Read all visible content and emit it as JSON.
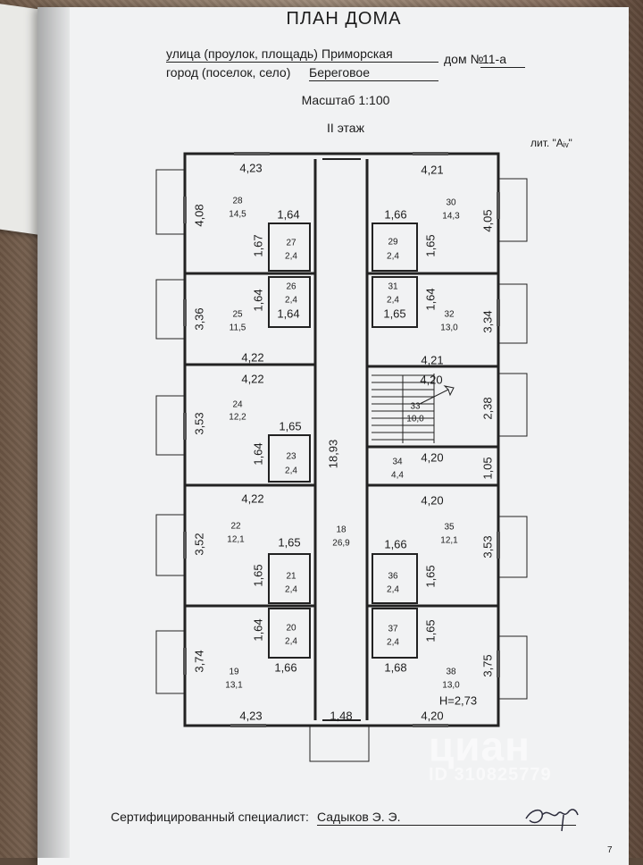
{
  "header": {
    "title": "ПЛАН ДОМА",
    "street_prefix": "улица (проулок, площадь)",
    "street_value": "Приморская",
    "house_prefix": "дом №",
    "house_value": "11-а",
    "city_prefix": "город (поселок, село)",
    "city_value": "Береговое",
    "scale": "Масштаб 1:100",
    "floor": "II этаж",
    "liter": "лит. \"Aᵢᵥ\""
  },
  "rooms": [
    {
      "id": "28",
      "area": "14,5"
    },
    {
      "id": "27",
      "area": "2,4"
    },
    {
      "id": "26",
      "area": "2,4"
    },
    {
      "id": "25",
      "area": "11,5"
    },
    {
      "id": "24",
      "area": "12,2"
    },
    {
      "id": "23",
      "area": "2,4"
    },
    {
      "id": "22",
      "area": "12,1"
    },
    {
      "id": "21",
      "area": "2,4"
    },
    {
      "id": "20",
      "area": "2,4"
    },
    {
      "id": "19",
      "area": "13,1"
    },
    {
      "id": "18",
      "area": "26,9"
    },
    {
      "id": "30",
      "area": "14,3"
    },
    {
      "id": "29",
      "area": "2,4"
    },
    {
      "id": "31",
      "area": "2,4"
    },
    {
      "id": "32",
      "area": "13,0"
    },
    {
      "id": "33",
      "area": "10,0"
    },
    {
      "id": "34",
      "area": "4,4"
    },
    {
      "id": "35",
      "area": "12,1"
    },
    {
      "id": "36",
      "area": "2,4"
    },
    {
      "id": "37",
      "area": "2,4"
    },
    {
      "id": "38",
      "area": "13,0"
    }
  ],
  "dimensions": [
    "4,23",
    "4,08",
    "1,64",
    "1,67",
    "1,64",
    "3,36",
    "1,64",
    "4,22",
    "4,22",
    "3,53",
    "1,65",
    "1,64",
    "4,22",
    "3,52",
    "1,65",
    "1,65",
    "1,64",
    "3,74",
    "1,66",
    "4,23",
    "18,93",
    "1,48",
    "4,21",
    "1,66",
    "4,05",
    "1,65",
    "1,64",
    "1,65",
    "3,34",
    "4,21",
    "4,20",
    "2,38",
    "4,20",
    "1,05",
    "4,20",
    "1,66",
    "3,53",
    "1,65",
    "1,65",
    "1,68",
    "3,75",
    "4,20"
  ],
  "height_note": "H=2,73",
  "footer": {
    "label": "Сертифицированный специалист:",
    "name": "Садыков Э. Э."
  },
  "watermark": {
    "brand": "циан",
    "id": "ID 310825779"
  },
  "page_corner": "7"
}
